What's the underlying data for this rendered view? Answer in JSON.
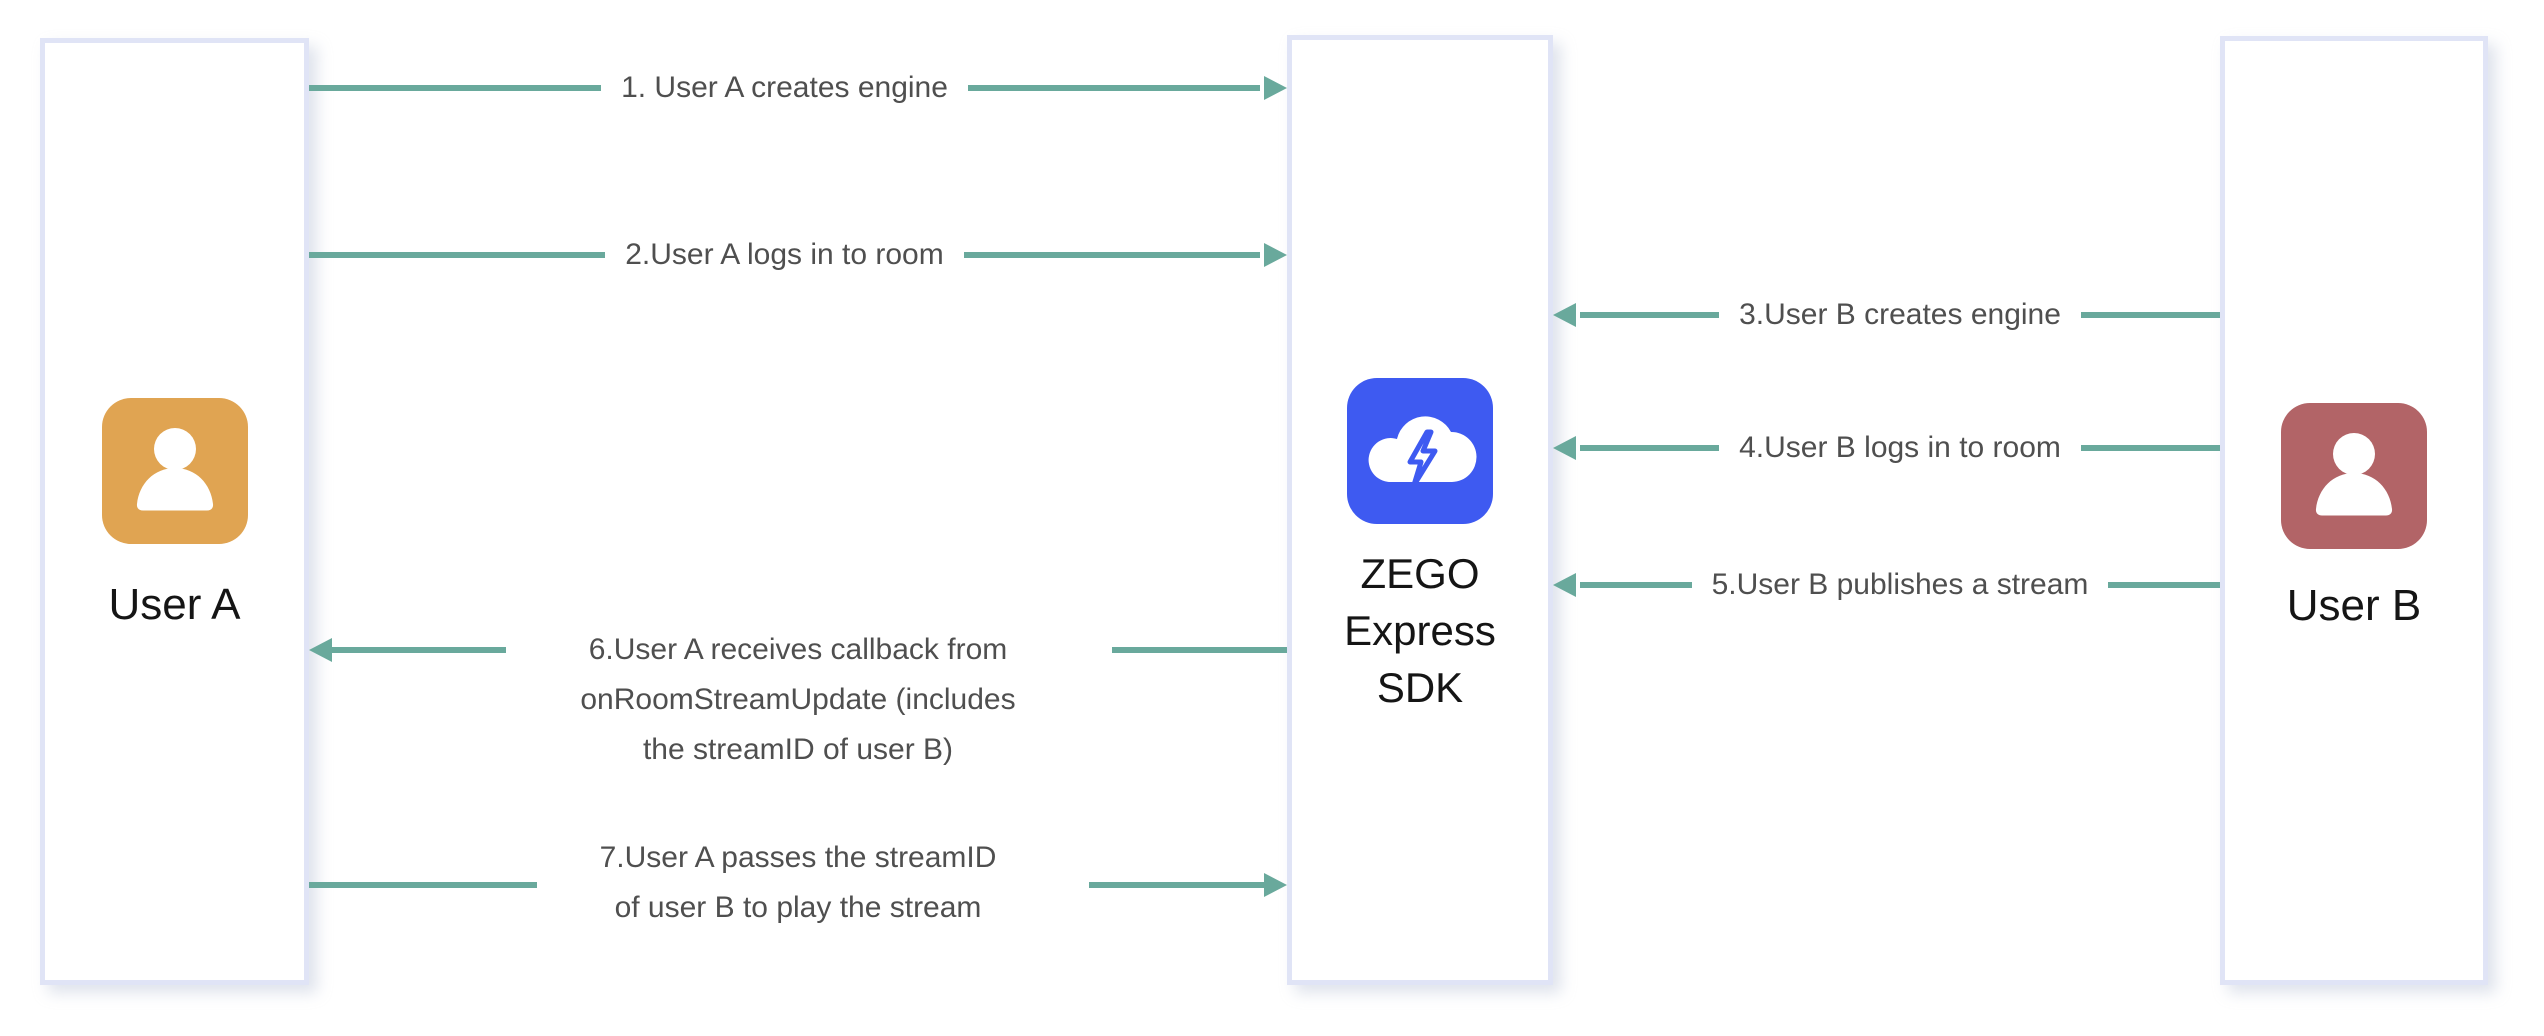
{
  "diagram_title": "ZEGO Express SDK stream publish/play flow",
  "colors": {
    "arrow_teal": "#69a99c",
    "box_border": "#e0e4f6",
    "message_text": "#4f4f4f",
    "actor_label_text": "#151515",
    "user_a_avatar": "#e0a452",
    "user_b_avatar": "#b26467",
    "sdk_badge_blue": "#3e5af1"
  },
  "actors": {
    "user_a": {
      "label": "User A",
      "icon": "person-icon"
    },
    "sdk": {
      "label_lines": [
        "ZEGO",
        "Express",
        "SDK"
      ],
      "icon": "cloud-lightning-icon"
    },
    "user_b": {
      "label": "User B",
      "icon": "person-icon"
    }
  },
  "messages": [
    {
      "step": 1,
      "label": "1. User A creates engine",
      "from": "user_a",
      "to": "sdk",
      "direction": "right"
    },
    {
      "step": 2,
      "label": "2.User A logs in to room",
      "from": "user_a",
      "to": "sdk",
      "direction": "right"
    },
    {
      "step": 3,
      "label": "3.User B creates engine",
      "from": "user_b",
      "to": "sdk",
      "direction": "left"
    },
    {
      "step": 4,
      "label": "4.User B logs in to room",
      "from": "user_b",
      "to": "sdk",
      "direction": "left"
    },
    {
      "step": 5,
      "label": "5.User B publishes a stream",
      "from": "user_b",
      "to": "sdk",
      "direction": "left"
    },
    {
      "step": 6,
      "lines": [
        "6.User A receives callback from",
        "onRoomStreamUpdate (includes",
        "the streamID of user B)"
      ],
      "from": "sdk",
      "to": "user_a",
      "direction": "left"
    },
    {
      "step": 7,
      "lines": [
        "7.User A passes the streamID",
        "of user B to play the stream"
      ],
      "from": "user_a",
      "to": "sdk",
      "direction": "right"
    }
  ]
}
